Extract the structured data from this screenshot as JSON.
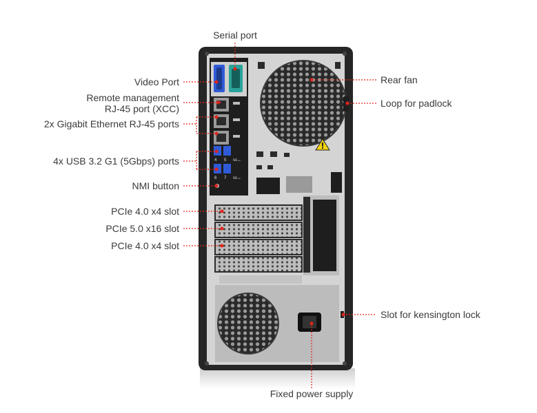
{
  "callouts": {
    "serial_port": "Serial port",
    "video_port": "Video Port",
    "remote_mgmt_line1": "Remote management",
    "remote_mgmt_line2": "RJ-45 port (XCC)",
    "ethernet": "2x Gigabit Ethernet RJ-45 ports",
    "usb": "4x USB 3.2 G1 (5Gbps) ports",
    "nmi": "NMI button",
    "pcie_1": "PCIe 4.0 x4 slot",
    "pcie_2": "PCIe 5.0 x16 slot",
    "pcie_3": "PCIe 4.0 x4 slot",
    "rear_fan": "Rear fan",
    "padlock": "Loop for padlock",
    "kensington": "Slot for kensington lock",
    "power_supply": "Fixed power supply"
  },
  "port_markings": {
    "usb_top_left": "4",
    "usb_top_right": "5",
    "usb_bottom_left": "6",
    "usb_bottom_right": "7",
    "usb_logo": "ss↔"
  },
  "colors": {
    "callout_line": "#e0261b",
    "chassis": "#2b2b2b",
    "panel": "#d9d9d9",
    "video_port": "#2f5bd6",
    "serial_port": "#2aa39a"
  }
}
